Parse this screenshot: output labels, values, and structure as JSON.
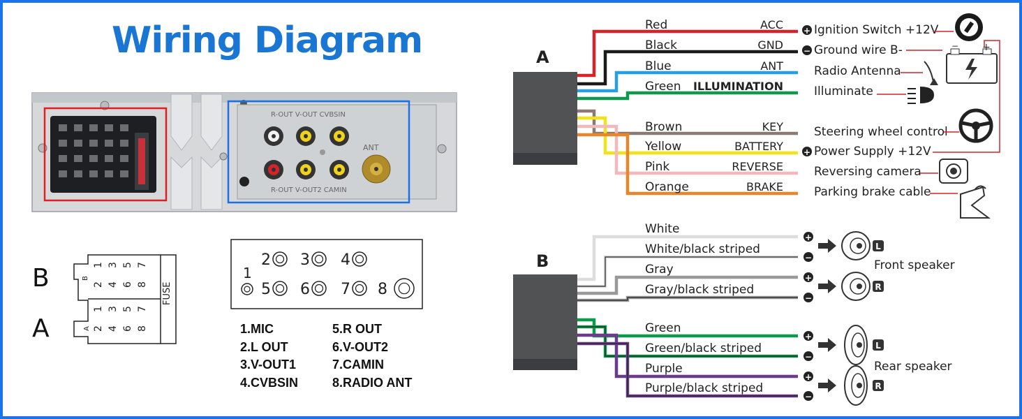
{
  "title": "Wiring Diagram",
  "radio": {
    "rca_top_label": "R-OUT  V-OUT  CVBSIN",
    "rca_bottom_label": "R-OUT  V-OUT2  CAMIN",
    "ant_label": "ANT"
  },
  "iso_connector": {
    "b_label": "B",
    "a_label": "A",
    "fuse_label": "FUSE",
    "b_inner": "B",
    "a_inner": "A"
  },
  "pin_box": {
    "pins": [
      "1",
      "2",
      "3",
      "4",
      "5",
      "6",
      "7",
      "8"
    ]
  },
  "pin_legend": {
    "left": [
      "1.MIC",
      "2.L OUT",
      "3.V-OUT1",
      "4.CVBSIN"
    ],
    "right": [
      "5.R OUT",
      "6.V-OUT2",
      "7.CAMIN",
      "8.RADIO ANT"
    ]
  },
  "harness_a": {
    "label": "A",
    "wires": [
      {
        "color_name": "Red",
        "function": "ACC",
        "color": "#d7222a",
        "target": "Ignition Switch +12V",
        "sign": "+"
      },
      {
        "color_name": "Black",
        "function": "GND",
        "color": "#1a1a1a",
        "target": "Ground wire B-",
        "sign": "-"
      },
      {
        "color_name": "Blue",
        "function": "ANT",
        "color": "#2a9fe0",
        "target": "Radio Antenna",
        "sign": ""
      },
      {
        "color_name": "Green",
        "function": "ILLUMINATION",
        "color": "#0e9a4d",
        "target": "Illuminate",
        "sign": ""
      },
      {
        "color_name": "Brown",
        "function": "KEY",
        "color": "#8a7a72",
        "target": "Steering wheel control",
        "sign": ""
      },
      {
        "color_name": "Yellow",
        "function": "BATTERY",
        "color": "#f1e21a",
        "target": "Power Supply +12V",
        "sign": "+"
      },
      {
        "color_name": "Pink",
        "function": "REVERSE",
        "color": "#f2b9bd",
        "target": "Reversing camera",
        "sign": ""
      },
      {
        "color_name": "Orange",
        "function": "BRAKE",
        "color": "#e8862a",
        "target": "Parking brake cable",
        "sign": ""
      }
    ]
  },
  "harness_b": {
    "label": "B",
    "wires": [
      {
        "color_name": "White",
        "color": "#dddddd",
        "sign": "+"
      },
      {
        "color_name": "White/black striped",
        "color": "#dddddd",
        "sign": "-"
      },
      {
        "color_name": "Gray",
        "color": "#999999",
        "sign": "+"
      },
      {
        "color_name": "Gray/black striped",
        "color": "#999999",
        "sign": "-"
      },
      {
        "color_name": "Green",
        "color": "#0e9a4d",
        "sign": "+"
      },
      {
        "color_name": "Green/black striped",
        "color": "#0e9a4d",
        "sign": "-"
      },
      {
        "color_name": "Purple",
        "color": "#6b3c8c",
        "sign": "+"
      },
      {
        "color_name": "Purple/black striped",
        "color": "#6b3c8c",
        "sign": "-"
      }
    ],
    "front_speaker": "Front speaker",
    "rear_speaker": "Rear speaker",
    "left_badge": "L",
    "right_badge": "R"
  },
  "colors": {
    "frame": "#1a73e8",
    "title": "#1976d2",
    "highlight_red": "#e02020",
    "highlight_blue": "#1e6fe0"
  }
}
